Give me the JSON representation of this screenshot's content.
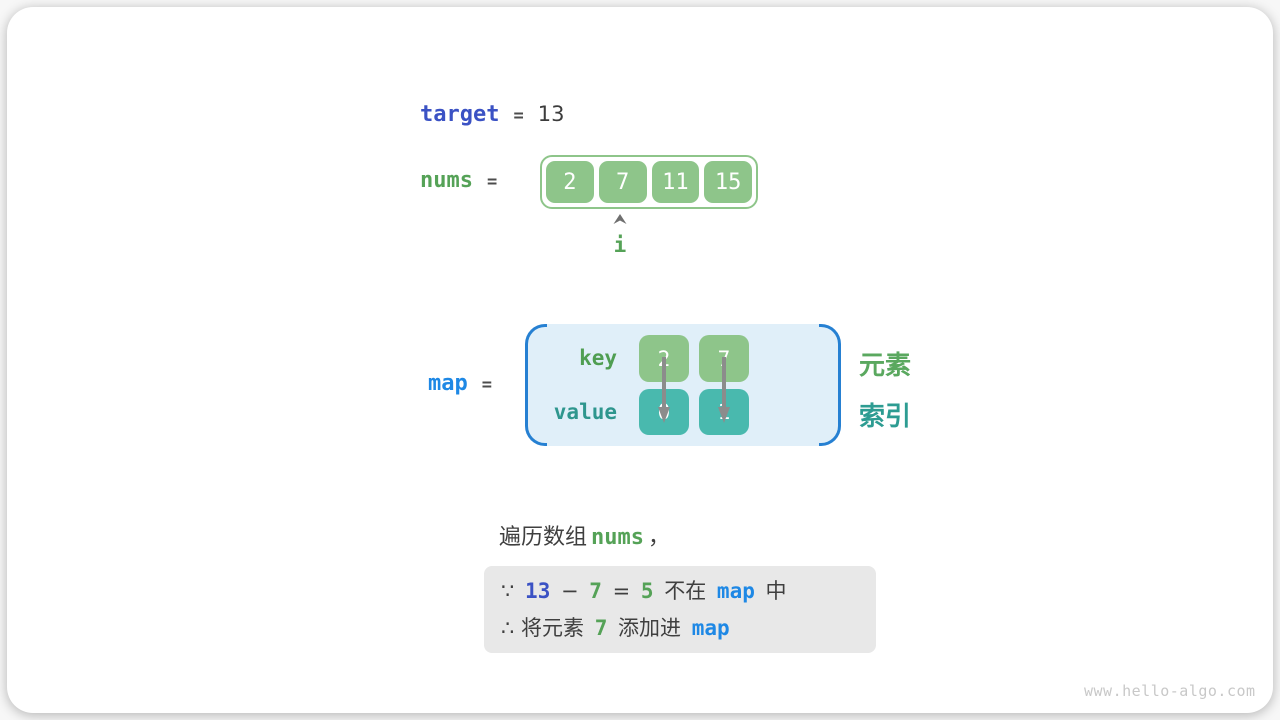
{
  "page": {
    "watermark": "www.hello-algo.com"
  },
  "colors": {
    "indigo_keyword": "#3b52c4",
    "blue_keyword": "#1e88e5",
    "green_keyword": "#55a257",
    "teal_keyword": "#2e968e",
    "green_box": "#8ec58a",
    "teal_box": "#49b9ae",
    "map_fill": "#e0eff9",
    "map_bracket": "#2680d2",
    "note_bg": "#e8e8e8",
    "dark_text": "#3f3f3f",
    "arrow_gray": "#8c8c8c"
  },
  "diagram": {
    "target": {
      "label": "target",
      "eq": "=",
      "value": "13"
    },
    "nums": {
      "label": "nums",
      "eq": "=",
      "values": [
        "2",
        "7",
        "11",
        "15"
      ]
    },
    "pointer_label": "i",
    "map": {
      "label": "map",
      "eq": "=",
      "key_label": "key",
      "value_label": "value",
      "keys": [
        "2",
        "7"
      ],
      "values": [
        "0",
        "1"
      ]
    },
    "side_labels": {
      "element": "元素",
      "index": "索引"
    },
    "caption": [
      {
        "t": "遍历数组",
        "c": "dark"
      },
      {
        "t": "nums",
        "c": "green"
      },
      {
        "t": "，",
        "c": "dark"
      }
    ],
    "note_lines": [
      [
        {
          "t": "∵ ",
          "c": "dark"
        },
        {
          "t": "13",
          "c": "indigo"
        },
        {
          "t": " − ",
          "c": "dark"
        },
        {
          "t": "7",
          "c": "green"
        },
        {
          "t": " = ",
          "c": "dark"
        },
        {
          "t": "5",
          "c": "green"
        },
        {
          "t": " 不在 ",
          "c": "dark"
        },
        {
          "t": "map",
          "c": "blue"
        },
        {
          "t": " 中",
          "c": "dark"
        }
      ],
      [
        {
          "t": "∴ 将元素 ",
          "c": "dark"
        },
        {
          "t": "7",
          "c": "green"
        },
        {
          "t": " 添加进 ",
          "c": "dark"
        },
        {
          "t": "map",
          "c": "blue"
        }
      ]
    ]
  }
}
